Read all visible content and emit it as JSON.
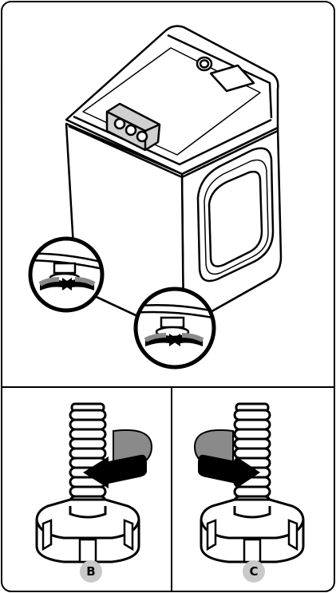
{
  "panels": {
    "top": {
      "subject": "washing-machine-with-leveling-feet"
    },
    "bottom_left": {
      "label": "B"
    },
    "bottom_right": {
      "label": "C"
    }
  },
  "colors": {
    "stroke": "#000000",
    "arrow_fill": "#000000",
    "arrow_shade": "#8a8a8a",
    "badge_fill": "#c9c9c9",
    "background": "#ffffff"
  }
}
